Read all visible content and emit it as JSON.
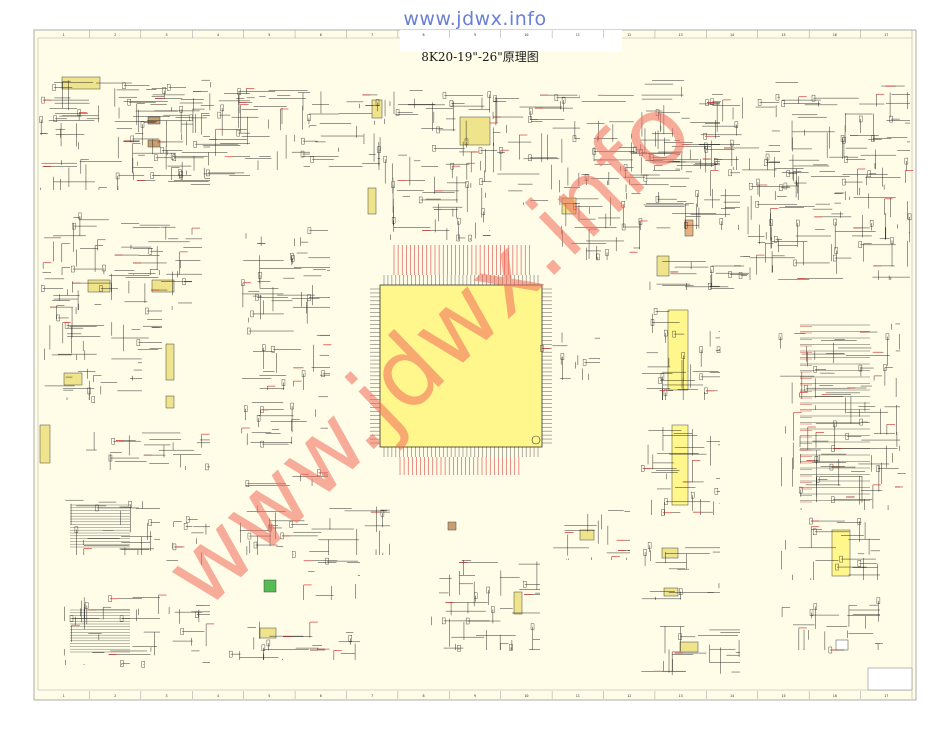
{
  "header": {
    "url": "www.jdwx.info"
  },
  "sheet": {
    "title": "8K20-19\"-26\"原理图",
    "paper_color": "#fffde8",
    "wire_color": "#1a1a1a",
    "red_color": "#d02020",
    "watermark_text": "www.jdwx.info",
    "watermark_color": "#f06a5a",
    "border_numbers_top": [
      "1",
      "2",
      "3",
      "4",
      "5",
      "6",
      "7",
      "8",
      "9",
      "10",
      "11",
      "12",
      "13",
      "14",
      "15",
      "16",
      "17"
    ],
    "border_numbers_bottom": [
      "1",
      "2",
      "3",
      "4",
      "5",
      "6",
      "7",
      "8",
      "9",
      "10",
      "11",
      "12",
      "13",
      "14",
      "15",
      "16",
      "17"
    ]
  }
}
